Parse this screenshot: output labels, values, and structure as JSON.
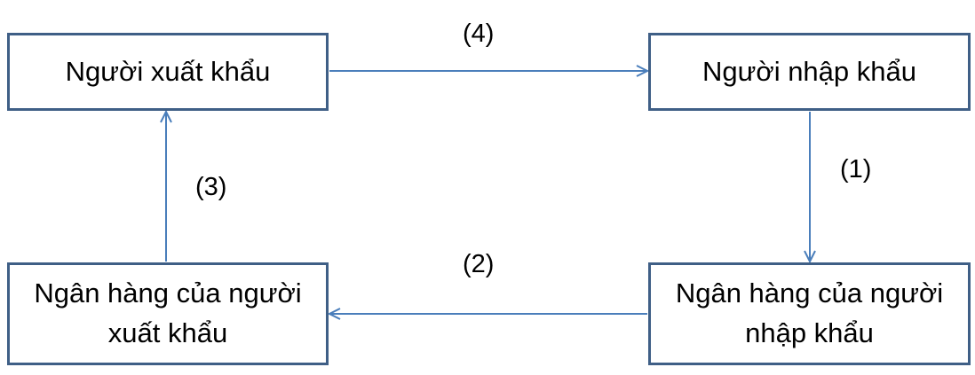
{
  "nodes": {
    "exporter": "Người xuất khẩu",
    "importer": "Người nhập khẩu",
    "exporter_bank_line1": "Ngân hàng của người",
    "exporter_bank_line2": "xuất khẩu",
    "importer_bank_line1": "Ngân hàng của người",
    "importer_bank_line2": "nhập khẩu"
  },
  "steps": {
    "s1": "(1)",
    "s2": "(2)",
    "s3": "(3)",
    "s4": "(4)"
  },
  "colors": {
    "box_border": "#3f5f86",
    "arrow": "#4a7ebb"
  }
}
